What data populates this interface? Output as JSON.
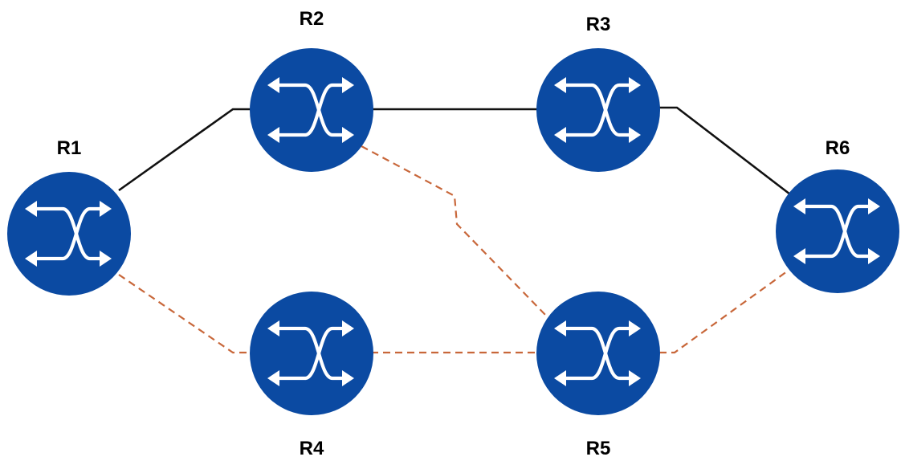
{
  "colors": {
    "router_fill": "#0b4aa2",
    "router_icon": "#ffffff",
    "primary_link": "#111111",
    "backup_link": "#c8673a",
    "label": "#000000"
  },
  "routers": [
    {
      "id": "r1",
      "label": "R1"
    },
    {
      "id": "r2",
      "label": "R2"
    },
    {
      "id": "r3",
      "label": "R3"
    },
    {
      "id": "r4",
      "label": "R4"
    },
    {
      "id": "r5",
      "label": "R5"
    },
    {
      "id": "r6",
      "label": "R6"
    }
  ],
  "links": [
    {
      "from": "R1",
      "to": "R2",
      "style": "solid"
    },
    {
      "from": "R2",
      "to": "R3",
      "style": "solid"
    },
    {
      "from": "R3",
      "to": "R6",
      "style": "solid"
    },
    {
      "from": "R1",
      "to": "R4",
      "style": "dashed"
    },
    {
      "from": "R4",
      "to": "R5",
      "style": "dashed"
    },
    {
      "from": "R5",
      "to": "R6",
      "style": "dashed"
    },
    {
      "from": "R2",
      "to": "R5",
      "style": "dashed"
    }
  ],
  "router_icon_name": "router-crossed-arrows-icon"
}
